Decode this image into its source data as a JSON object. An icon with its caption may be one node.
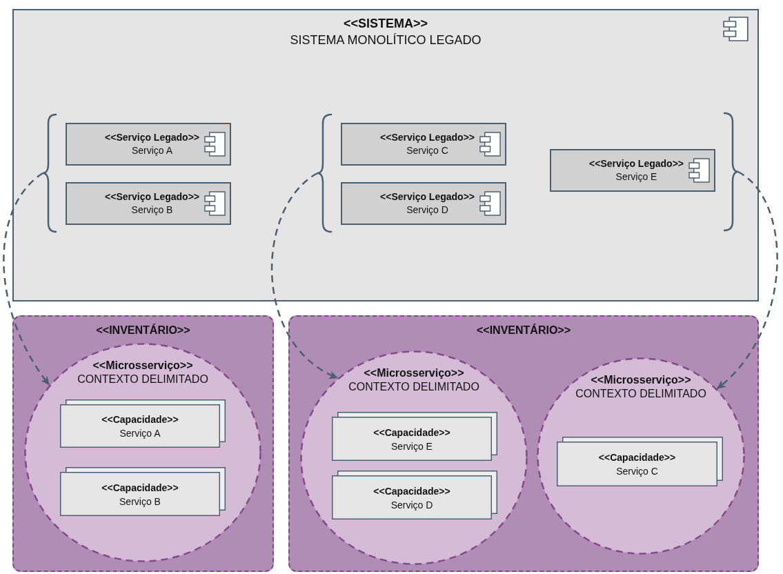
{
  "diagram": {
    "nodes": [
      {
        "text": [
          "<<SISTEMA>>",
          "SISTEMA MONOLÍTICO LEGADO"
        ]
      },
      {
        "text": [],
        "shape": "brace",
        "in": 0
      },
      {
        "text": [
          "<<Serviço Legado>>",
          "Serviço A"
        ],
        "in": 0
      },
      {
        "text": [
          "<<Serviço Legado>>",
          "Serviço B"
        ],
        "in": 0
      },
      {
        "text": [],
        "shape": "brace",
        "in": 0
      },
      {
        "text": [
          "<<Serviço Legado>>",
          "Serviço C"
        ],
        "in": 0
      },
      {
        "text": [
          "<<Serviço Legado>>",
          "Serviço D"
        ],
        "in": 0
      },
      {
        "text": [
          "<<Serviço Legado>>",
          "Serviço E"
        ],
        "in": 0
      },
      {
        "text": [],
        "shape": "brace",
        "in": 0
      },
      {
        "text": [
          "<<INVENTÁRIO>>"
        ]
      },
      {
        "text": [
          "<<Microsserviço>>",
          "CONTEXTO DELIMITADO"
        ],
        "in": 9
      },
      {
        "text": [
          "<<Capacidade>>",
          "Serviço A"
        ],
        "in": 10
      },
      {
        "text": [
          "<<Capacidade>>",
          "Serviço B"
        ],
        "in": 10
      },
      {
        "text": [
          "<<INVENTÁRIO>>"
        ]
      },
      {
        "text": [
          "<<Microsserviço>>",
          "CONTEXTO DELIMITADO"
        ],
        "in": 13
      },
      {
        "text": [
          "<<Capacidade>>",
          "Serviço E"
        ],
        "in": 14
      },
      {
        "text": [
          "<<Capacidade>>",
          "Serviço D"
        ],
        "in": 14
      },
      {
        "text": [
          "<<Microsserviço>>",
          "CONTEXTO DELIMITADO"
        ],
        "in": 13
      },
      {
        "text": [
          "<<Capacidade>>",
          "Serviço C"
        ],
        "in": 17
      }
    ],
    "edges": [
      {
        "from": 1,
        "to": 10,
        "arrow": "to",
        "style": "dashed"
      },
      {
        "from": 4,
        "to": 14,
        "arrow": "to",
        "style": "dashed"
      },
      {
        "from": 8,
        "to": 17,
        "arrow": "to",
        "style": "dashed"
      }
    ]
  }
}
